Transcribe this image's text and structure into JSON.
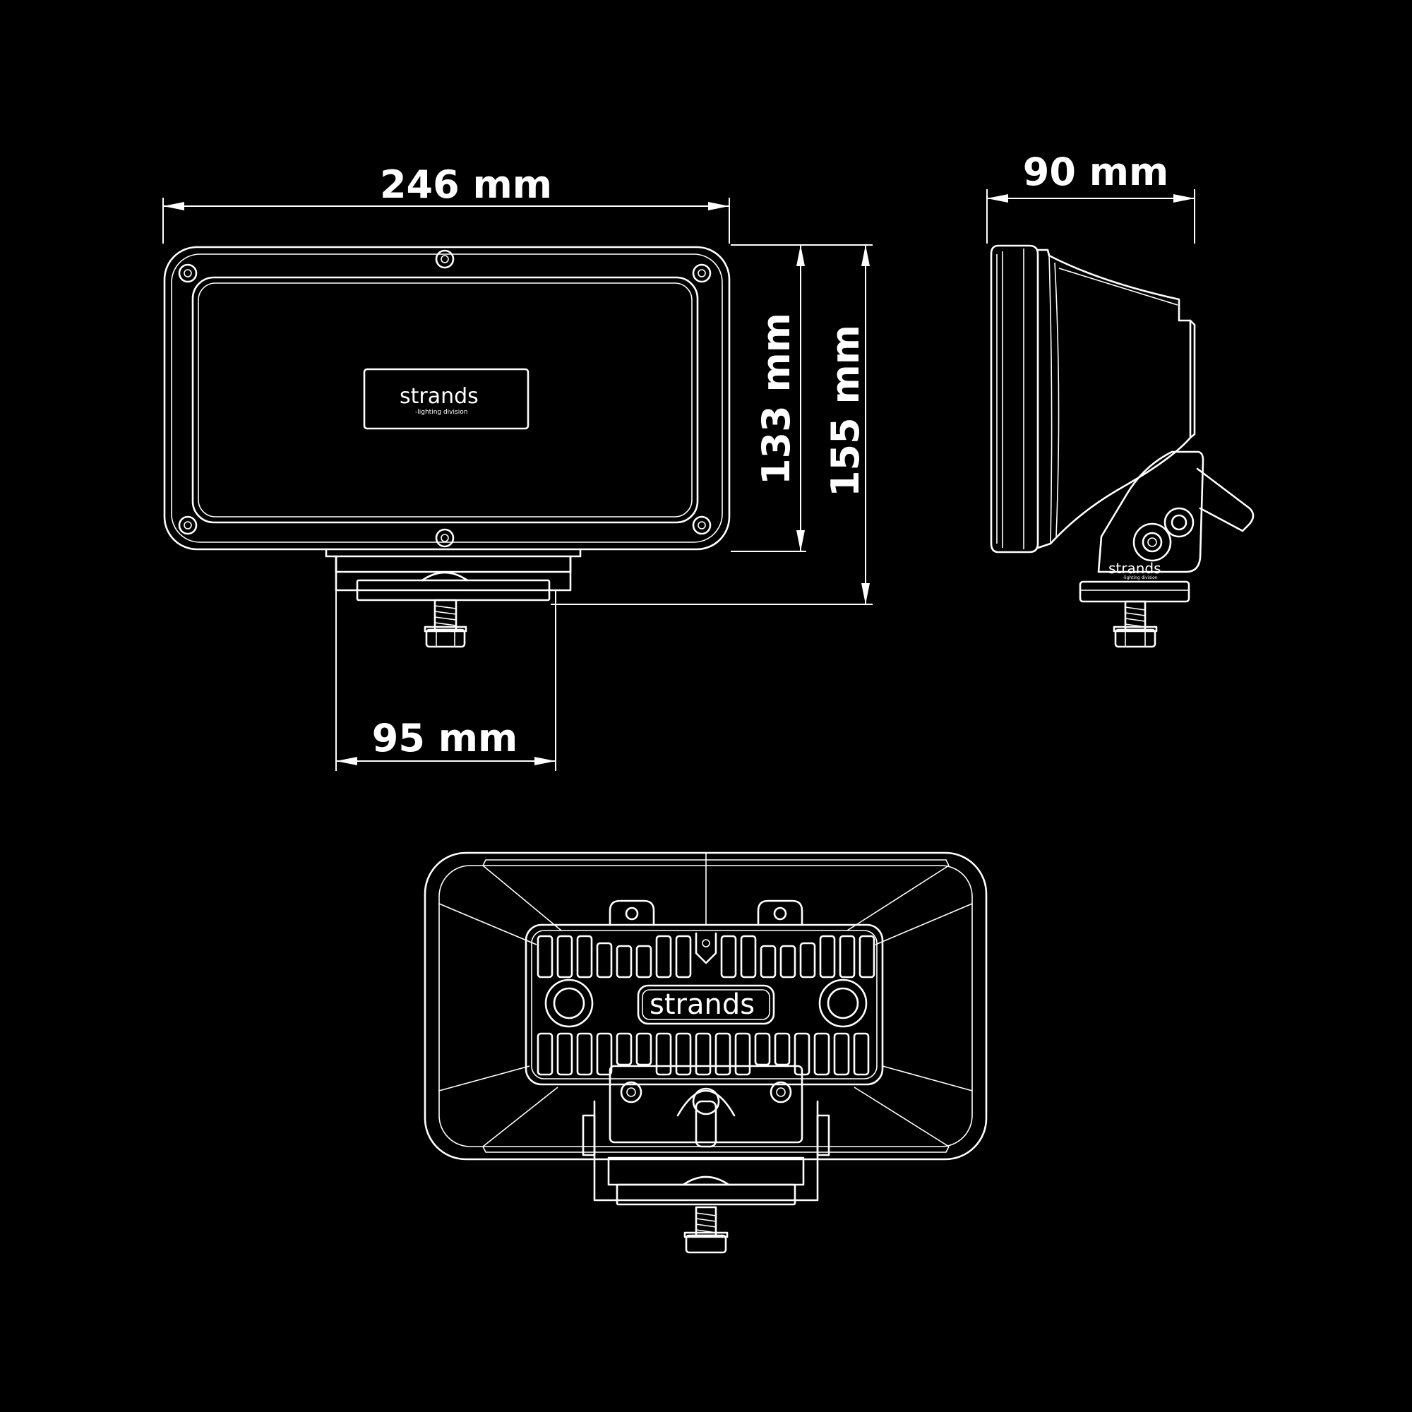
{
  "dimensions": {
    "width": "246 mm",
    "depth": "90 mm",
    "height_lamp": "133 mm",
    "height_total": "155 mm",
    "bracket_width": "95 mm"
  },
  "brand": {
    "name": "strands",
    "tagline": "-lighting division"
  },
  "colors": {
    "background": "#000000",
    "line": "#ffffff"
  }
}
